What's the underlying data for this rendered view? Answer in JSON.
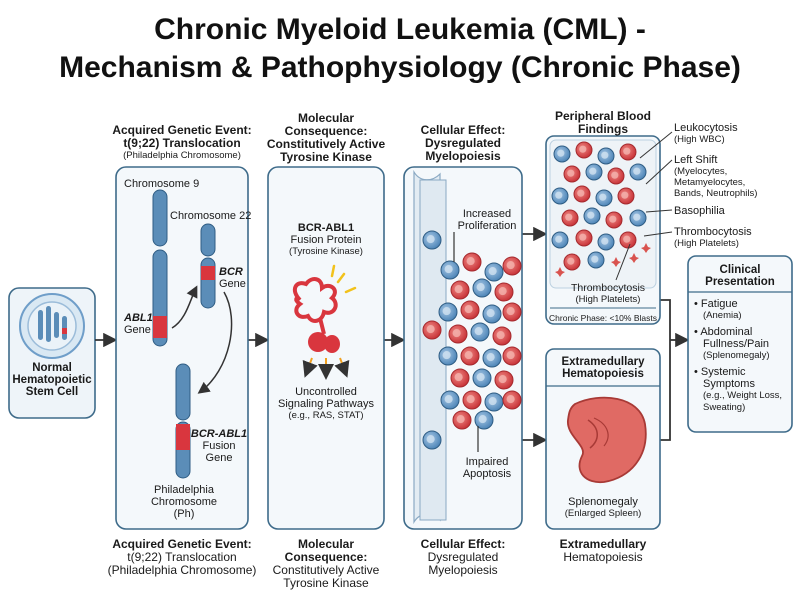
{
  "title": {
    "line1": "Chronic Myeloid Leukemia (CML) -",
    "line2": "Mechanism & Pathophysiology (Chronic Phase)"
  },
  "stem_cell": {
    "label_line1": "Normal",
    "label_line2": "Hematopoietic",
    "label_line3": "Stem Cell"
  },
  "genetic": {
    "header_line1": "Acquired Genetic Event:",
    "header_line2": "t(9;22) Translocation",
    "header_line3": "(Philadelphia Chromosome)",
    "chromosome9": "Chromosome 9",
    "chromosome22": "Chromosome 22",
    "abl1": "ABL1",
    "abl1_gene": "Gene",
    "bcr": "BCR",
    "bcr_gene": "Gene",
    "fusion": "BCR-ABL1",
    "fusion_sub1": "Fusion",
    "fusion_sub2": "Gene",
    "ph_line1": "Philadelphia",
    "ph_line2": "Chromosome",
    "ph_line3": "(Ph)",
    "footer_line1": "Acquired Genetic Event:",
    "footer_line2": "t(9;22) Translocation",
    "footer_line3": "(Philadelphia Chromosome)"
  },
  "molecular": {
    "header_line1": "Molecular",
    "header_line2": "Consequence:",
    "header_line3": "Constitutively Active",
    "header_line4": "Tyrosine Kinase",
    "protein": "BCR-ABL1",
    "protein_sub1": "Fusion Protein",
    "protein_sub2": "(Tyrosine Kinase)",
    "signal_line1": "Uncontrolled",
    "signal_line2": "Signaling Pathways",
    "signal_line3": "(e.g., RAS, STAT)",
    "footer_line1": "Molecular Consequence:",
    "footer_line2": "Constitutively Active",
    "footer_line3": "Tyrosine Kinase"
  },
  "cellular": {
    "header_line1": "Cellular Effect:",
    "header_line2": "Dysregulated",
    "header_line3": "Myelopoiesis",
    "prolif_line1": "Increased",
    "prolif_line2": "Proliferation",
    "apop_line1": "Impaired",
    "apop_line2": "Apoptosis",
    "footer_line1": "Cellular Effect:",
    "footer_line2": "Dysregulated",
    "footer_line3": "Myelopoiesis"
  },
  "blood": {
    "header_line1": "Peripheral Blood",
    "header_line2": "Findings",
    "thrombo_line1": "Thrombocytosis",
    "thrombo_line2": "(High Platelets)",
    "blasts": "Chronic Phase: <10% Blasts",
    "findings": [
      {
        "label": "Leukocytosis",
        "sub": "(High WBC)"
      },
      {
        "label": "Left Shift",
        "sub1": "(Myelocytes,",
        "sub2": "Metamyelocytes,",
        "sub3": "Bands, Neutrophils)"
      },
      {
        "label": "Basophilia"
      },
      {
        "label": "Thrombocytosis",
        "sub": "(High Platelets)"
      }
    ]
  },
  "extramedullary": {
    "header_line1": "Extramedullary",
    "header_line2": "Hematopoiesis",
    "spleen_line1": "Splenomegaly",
    "spleen_line2": "(Enlarged Spleen)",
    "footer_line1": "Extramedullary",
    "footer_line2": "Hematopoiesis"
  },
  "clinical": {
    "header_line1": "Clinical",
    "header_line2": "Presentation",
    "items": [
      {
        "line1": "Fatigue",
        "sub1": "(Anemia)"
      },
      {
        "line1": "Abdominal",
        "line2": "Fullness/Pain",
        "sub1": "(Splenomegaly)"
      },
      {
        "line1": "Systemic",
        "line2": "Symptoms",
        "sub1": "(e.g., Weight Loss,",
        "sub2": "Sweating)"
      }
    ]
  },
  "colors": {
    "panel_border": "#3e6b8a",
    "blue_cell": "#6f9ec9",
    "red_cell": "#d9534f",
    "chromosome_blue": "#5b8db8",
    "chromosome_red": "#d9363e",
    "arrow": "#333333"
  }
}
